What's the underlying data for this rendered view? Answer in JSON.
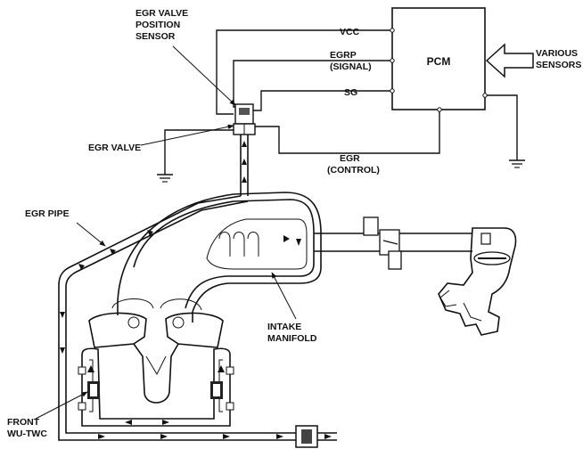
{
  "labels": {
    "vcc": "VCC",
    "egrp_line1": "EGRP",
    "egrp_line2": "(SIGNAL)",
    "sg": "SG",
    "pcm": "PCM",
    "various_line1": "VARIOUS",
    "various_line2": "SENSORS",
    "egr_sensor_line1": "EGR VALVE",
    "egr_sensor_line2": "POSITION",
    "egr_sensor_line3": "SENSOR",
    "egr_valve": "EGR VALVE",
    "egr_control_line1": "EGR",
    "egr_control_line2": "(CONTROL)",
    "egr_pipe": "EGR PIPE",
    "intake_line1": "INTAKE",
    "intake_line2": "MANIFOLD",
    "front_line1": "FRONT",
    "front_line2": "WU-TWC"
  }
}
